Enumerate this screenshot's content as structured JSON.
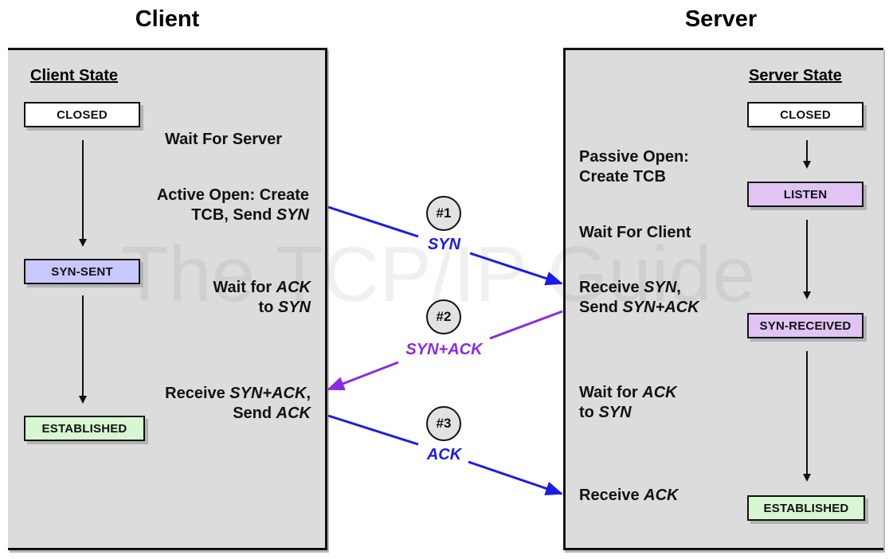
{
  "client_heading": "Client",
  "server_heading": "Server",
  "client_state_title": "Client State",
  "server_state_title": "Server State",
  "client_states": [
    "CLOSED",
    "SYN-SENT",
    "ESTABLISHED"
  ],
  "server_states": [
    "CLOSED",
    "LISTEN",
    "SYN-RECEIVED",
    "ESTABLISHED"
  ],
  "client_steps": {
    "wait_server": "Wait For Server",
    "active_open_1": "Active Open: Create",
    "active_open_2a": "TCB, Send ",
    "active_open_2b": "SYN",
    "wait_ack_1a": "Wait for ",
    "wait_ack_1b": "ACK",
    "wait_ack_2a": "to ",
    "wait_ack_2b": "SYN",
    "receive_1a": "Receive ",
    "receive_1b": "SYN+ACK",
    "receive_1c": ",",
    "receive_2a": "Send ",
    "receive_2b": "ACK"
  },
  "server_steps": {
    "passive_1": "Passive Open:",
    "passive_2": "Create TCB",
    "wait_client": "Wait For Client",
    "recv_syn_1a": "Receive ",
    "recv_syn_1b": "SYN",
    "recv_syn_1c": ",",
    "recv_syn_2a": "Send ",
    "recv_syn_2b": "SYN+ACK",
    "wait_ack_1a": "Wait for ",
    "wait_ack_1b": "ACK",
    "wait_ack_2a": "to ",
    "wait_ack_2b": "SYN",
    "recv_ack_a": "Receive ",
    "recv_ack_b": "ACK"
  },
  "messages": [
    {
      "number": "#1",
      "label": "SYN"
    },
    {
      "number": "#2",
      "label": "SYN+ACK"
    },
    {
      "number": "#3",
      "label": "ACK"
    }
  ],
  "watermark": "The TCP/IP Guide",
  "colors": {
    "syn": "#1a1aee",
    "synack": "#8a2be2",
    "ack": "#1a1aee",
    "closed_box": "#ffffff",
    "syn_sent_box": "#c8c8ff",
    "listen_box": "#e0c4f4",
    "syn_received_box": "#e0c4f4",
    "established_box": "#d6f7d0"
  }
}
